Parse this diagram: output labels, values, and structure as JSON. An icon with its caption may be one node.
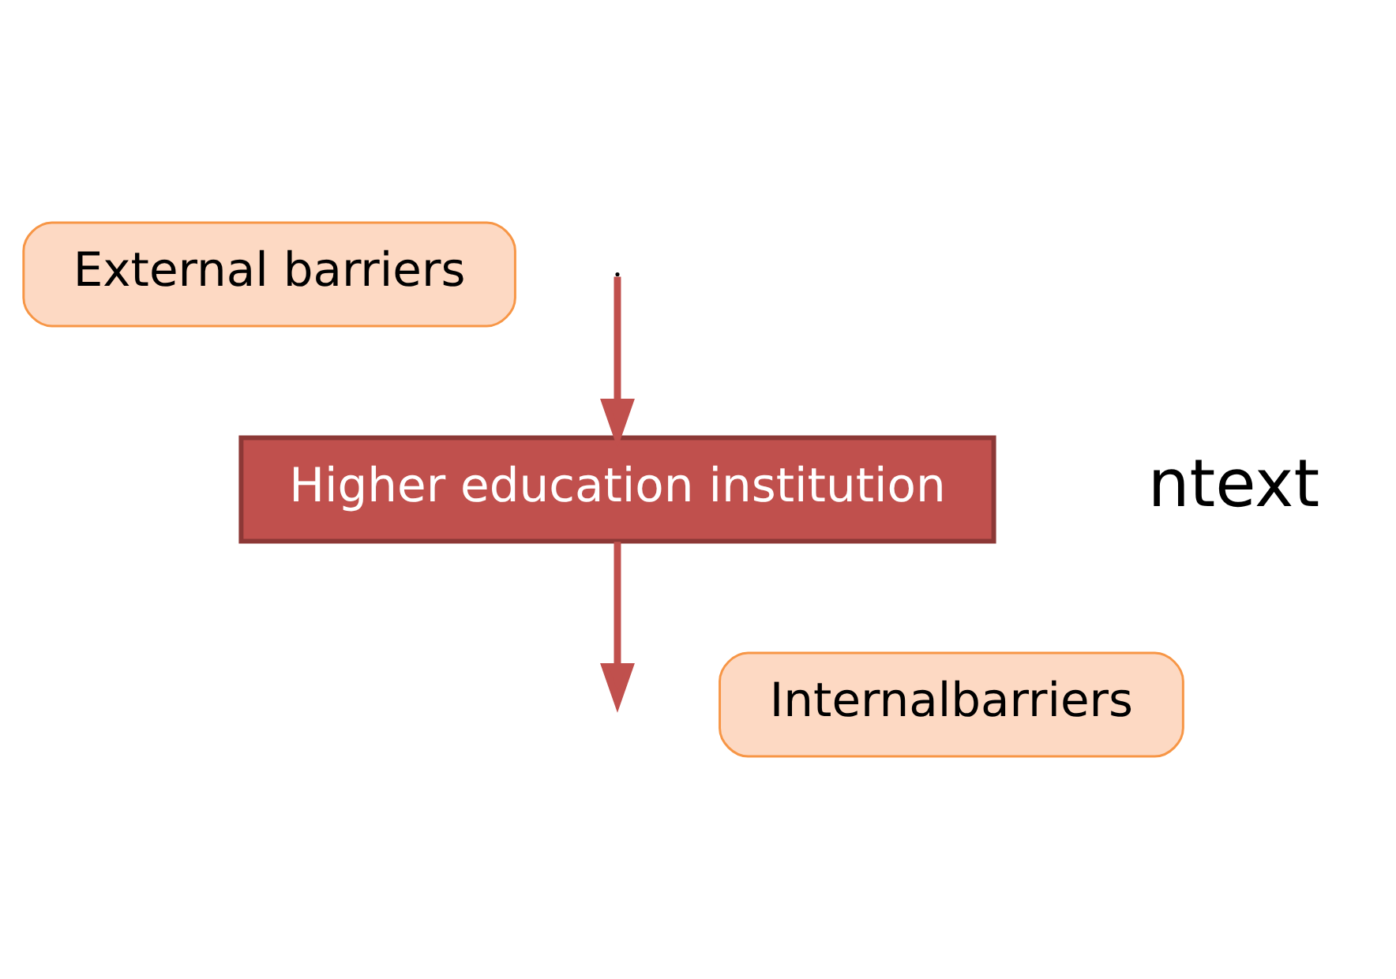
{
  "diagram": {
    "nodes": [
      {
        "text": [
          "External barriers"
        ]
      },
      {
        "text": [
          "Higher education institution"
        ]
      },
      {
        "text": [
          "Internalbarriers"
        ]
      }
    ],
    "edges": [
      {
        "from": null,
        "to": 1,
        "arrow": "to"
      },
      {
        "from": 1,
        "to": null,
        "arrow": "to"
      }
    ],
    "labels": [
      "ntext"
    ]
  }
}
